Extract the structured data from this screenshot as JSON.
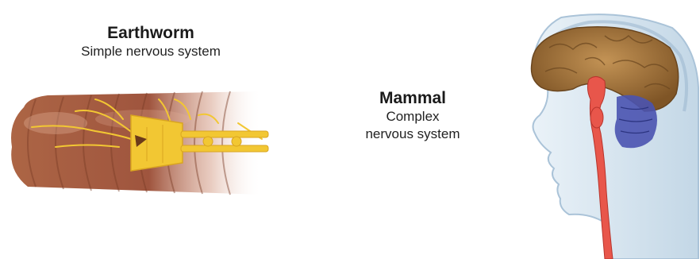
{
  "earthworm": {
    "title": "Earthworm",
    "subtitle": "Simple nervous system",
    "colors": {
      "body": "#b06a4a",
      "nerve": "#f2c733"
    }
  },
  "mammal": {
    "title": "Mammal",
    "subtitle_line1": "Complex",
    "subtitle_line2": "nervous system",
    "colors": {
      "head": "#c9dcea",
      "brain": "#a67a3d",
      "spinal": "#e8564b",
      "cerebellum": "#4a53b0"
    }
  }
}
